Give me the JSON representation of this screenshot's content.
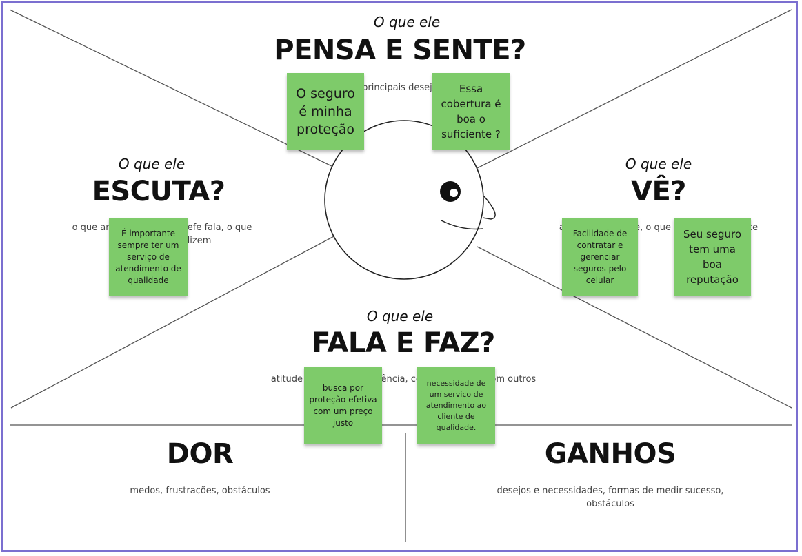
{
  "sections": {
    "pensa": {
      "prefix": "O que ele",
      "title": "PENSA E SENTE?",
      "description": "O que conta, principais desejos e aspirações"
    },
    "escuta": {
      "prefix": "O que ele",
      "title": "ESCUTA?",
      "description": "o que amigos dizem, o chefe fala, o que influenciadores dizem"
    },
    "ve": {
      "prefix": "O que ele",
      "title": "VÊ?",
      "description": "amigos, ambiente, o que o mercado oferece"
    },
    "fala": {
      "prefix": "O que ele",
      "title": "FALA E FAZ?",
      "description": "atitude em público, aparência, comportamento com outros"
    },
    "dor": {
      "title": "DOR",
      "description": "medos, frustrações, obstáculos"
    },
    "ganhos": {
      "title": "GANHOS",
      "description": "desejos e necessidades, formas de medir sucesso, obstáculos"
    }
  },
  "notes": [
    {
      "id": "pensa-1",
      "text": "O seguro é minha proteção"
    },
    {
      "id": "pensa-2",
      "text": "Essa cobertura é boa o suficiente ?"
    },
    {
      "id": "escuta-1",
      "text": "É importante sempre ter um serviço de atendimento de qualidade"
    },
    {
      "id": "ve-1",
      "text": "Facilidade de contratar e gerenciar seguros pelo celular"
    },
    {
      "id": "ve-2",
      "text": "Seu seguro tem uma boa reputação"
    },
    {
      "id": "fala-1",
      "text": "busca por proteção efetiva com um preço justo"
    },
    {
      "id": "fala-2",
      "text": "necessidade de um serviço de atendimento ao cliente de qualidade."
    }
  ],
  "colors": {
    "note": "#7ecb6a",
    "frame": "#7b6fd0",
    "line": "#555555"
  },
  "icons": {
    "head": "face-head-icon"
  }
}
